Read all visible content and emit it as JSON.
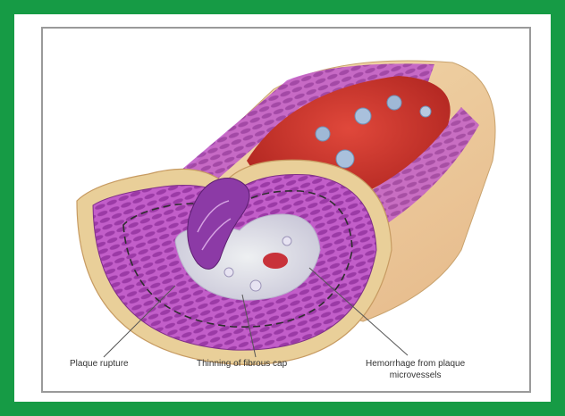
{
  "labels": {
    "plaque_rupture": "Plaque rupture",
    "thinning_fibrous_cap": "Thinning of fibrous cap",
    "hemorrhage_line1": "Hemorrhage from plaque",
    "hemorrhage_line2": "microvessels"
  },
  "colors": {
    "frame_green": "#169b45",
    "muscle_purple": "#b04bb8",
    "blood_red": "#c9302c",
    "adventitia_tan": "#e8cf98",
    "plaque_core": "#d9cfe6"
  }
}
